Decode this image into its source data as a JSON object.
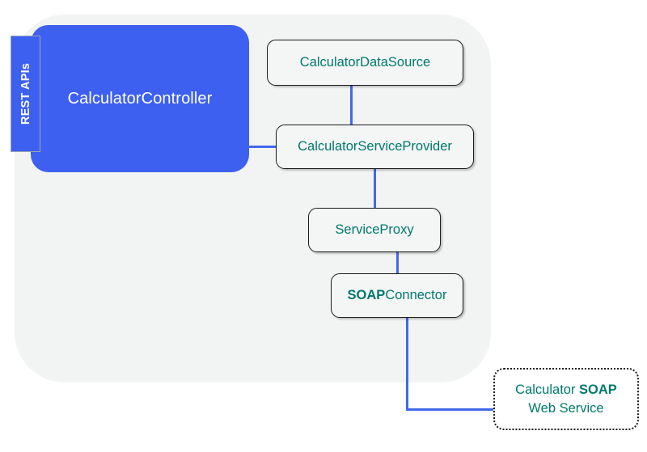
{
  "diagram": {
    "type": "architecture-block-diagram",
    "colors": {
      "primary_blue": "#3D60F0",
      "connector_blue": "#4169E8",
      "node_text_teal": "#00796B",
      "panel_grey": "#F2F3F3",
      "node_fill": "#F4F5F5",
      "node_border": "#1B1B1B",
      "white": "#FFFFFF"
    },
    "external_tab": {
      "label": "REST APIs",
      "orientation": "vertical"
    },
    "controller": {
      "label": "CalculatorController"
    },
    "nodes": [
      {
        "id": "datasource",
        "label": "CalculatorDataSource",
        "style": "solid"
      },
      {
        "id": "serviceprovider",
        "label": "CalculatorServiceProvider",
        "style": "solid"
      },
      {
        "id": "serviceproxy",
        "label": "ServiceProxy",
        "style": "solid"
      },
      {
        "id": "soapconnector",
        "label_bold": "SOAP",
        "label_rest": "Connector",
        "style": "solid"
      }
    ],
    "external_service": {
      "line1_prefix": "Calculator ",
      "line1_bold": "SOAP",
      "line2": "Web Service",
      "style": "dotted"
    },
    "connections": [
      {
        "from": "CalculatorController",
        "to": "CalculatorServiceProvider",
        "orientation": "horizontal"
      },
      {
        "from": "CalculatorDataSource",
        "to": "CalculatorServiceProvider",
        "orientation": "vertical"
      },
      {
        "from": "CalculatorServiceProvider",
        "to": "ServiceProxy",
        "orientation": "vertical"
      },
      {
        "from": "ServiceProxy",
        "to": "SOAPConnector",
        "orientation": "vertical"
      },
      {
        "from": "SOAPConnector",
        "to": "Calculator SOAP Web Service",
        "orientation": "elbow"
      }
    ]
  }
}
